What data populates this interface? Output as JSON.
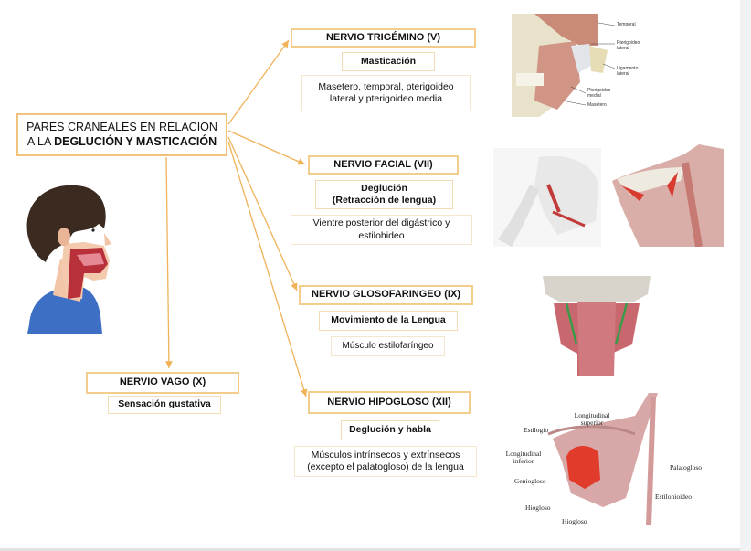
{
  "title": {
    "line1": "PARES CRANEALES EN RELACION",
    "line2_prefix": "A LA ",
    "line2_bold": "DEGLUCIÓN Y MASTICACIÓN"
  },
  "nerves": [
    {
      "name": "NERVIO TRIGÉMINO (V)",
      "function": "Masticación",
      "muscles": "Masetero, temporal, pterigoideo lateral y pterigoideo media"
    },
    {
      "name": "NERVIO FACIAL (VII)",
      "function_line1": "Deglución",
      "function_line2": "(Retracción de lengua)",
      "muscles": "Vientre posterior del digástrico y estilohideo"
    },
    {
      "name": "NERVIO GLOSOFARINGEO (IX)",
      "function": "Movimiento de la Lengua",
      "muscles": "Músculo estilofaríngeo"
    },
    {
      "name": "NERVIO HIPOGLOSO (XII)",
      "function": "Deglución y habla",
      "muscles": "Músculos intrínsecos y extrínsecos (excepto el palatogloso) de la lengua"
    },
    {
      "name": "NERVIO VAGO (X)",
      "function": "Sensación gustativa"
    }
  ],
  "images": {
    "trigemino_labels": [
      "Temporal",
      "Pterigoideo lateral",
      "Ligamento lateral",
      "Pterigoideo medial",
      "Masetero"
    ],
    "hipogloso_labels": [
      "Longitudinal superior",
      "Estilogio",
      "Longitudinal inferior",
      "Geniogloso",
      "Hiogloso",
      "Hiogloso",
      "Palatogloso",
      "Estilohioideo"
    ]
  },
  "colors": {
    "connector": "#f0b35a",
    "border": "#f0c27b"
  }
}
